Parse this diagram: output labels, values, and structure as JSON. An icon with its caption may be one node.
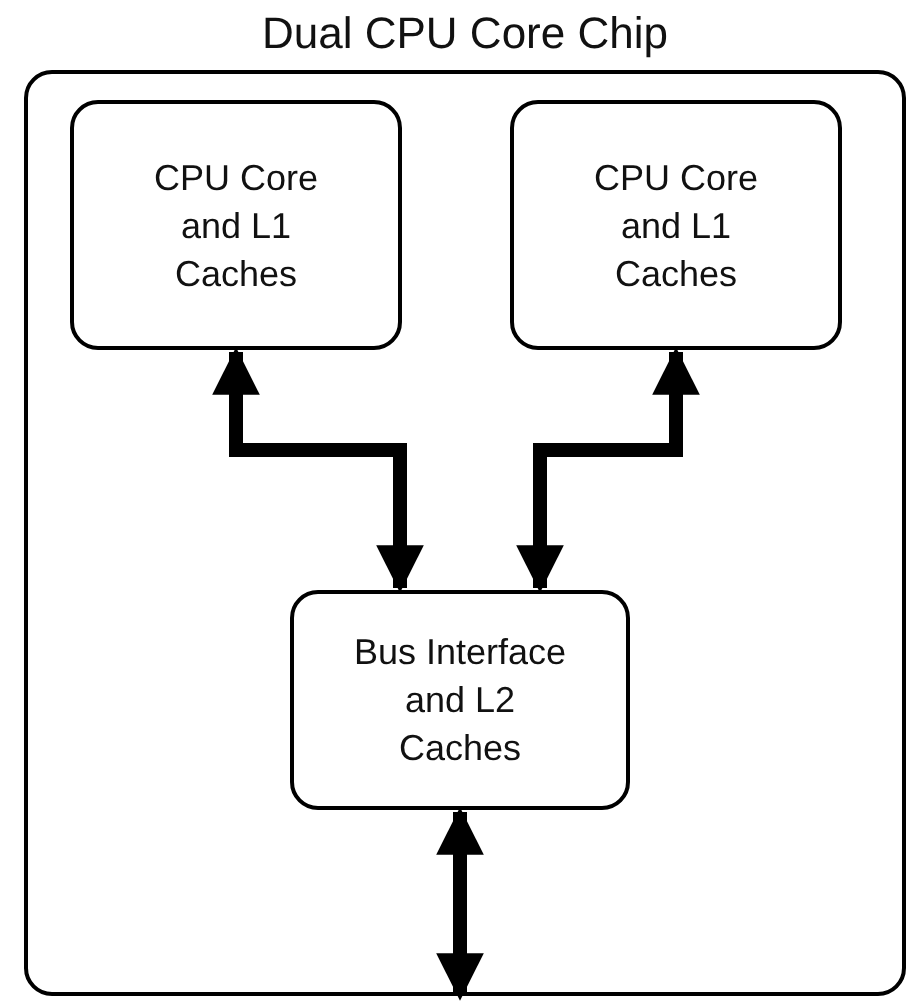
{
  "diagram": {
    "nodes": [
      {
        "text": [
          "Dual CPU Core Chip"
        ]
      },
      {
        "text": [
          "CPU Core and L1 Caches"
        ],
        "in": 0
      },
      {
        "text": [
          "CPU Core and L1 Caches"
        ],
        "in": 0
      },
      {
        "text": [
          "Bus Interface and L2 Caches"
        ],
        "in": 0
      }
    ],
    "edges": [
      {
        "from": 1,
        "to": 3,
        "arrow": "both"
      },
      {
        "from": 2,
        "to": 3,
        "arrow": "both"
      },
      {
        "from": 3,
        "to": null,
        "arrow": "both"
      }
    ]
  }
}
